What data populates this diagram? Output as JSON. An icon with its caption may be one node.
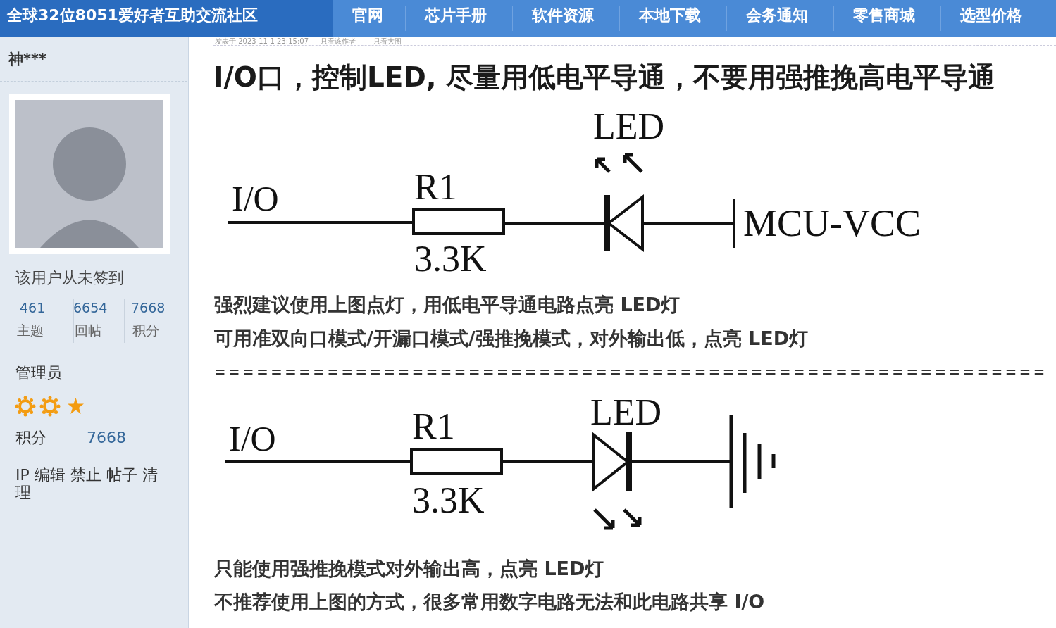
{
  "diagram": {
    "title": "I/O口，控制LED, 尽量用低电平导通，不要用强推挽高电平导通",
    "nodes": [
      {
        "text": [
          "I/O"
        ]
      },
      {
        "text": [],
        "shape": "box",
        "beside": [
          "R1",
          "3.3K"
        ]
      },
      {
        "text": [],
        "shape": "diode",
        "beside": [
          "LED"
        ]
      },
      {
        "text": [
          "MCU-VCC"
        ]
      },
      {
        "text": [
          "I/O"
        ]
      },
      {
        "text": [],
        "shape": "box",
        "beside": [
          "R1",
          "3.3K"
        ]
      },
      {
        "text": [],
        "shape": "diode",
        "beside": [
          "LED"
        ]
      },
      {
        "text": [],
        "shape": "ground"
      }
    ],
    "edges": [
      {
        "from": 0,
        "to": 1,
        "arrow": "none"
      },
      {
        "from": 1,
        "to": 2,
        "arrow": "none"
      },
      {
        "from": 2,
        "to": 3,
        "arrow": "none"
      },
      {
        "from": 4,
        "to": 5,
        "arrow": "none"
      },
      {
        "from": 5,
        "to": 6,
        "arrow": "none"
      },
      {
        "from": 6,
        "to": 7,
        "arrow": "none"
      }
    ],
    "labels": [
      "全球32位8051爱好者互助交流社区",
      "官网",
      "芯片手册",
      "软件资源",
      "本地下载",
      "会务通知",
      "零售商城",
      "选型价格",
      "发表于 2023-11-1 23:15:07",
      "只看该作者",
      "只看大图",
      "神***",
      "该用户从未签到",
      "461",
      "6654",
      "7668",
      "主题",
      "回帖",
      "积分",
      "管理员",
      "积分",
      "7668",
      "IP 编辑 禁止 帖子 清理",
      "强烈建议使用上图点灯，用低电平导通电路点亮 LED灯",
      "可用准双向口模式/开漏口模式/强推挽模式，对外输出低，点亮 LED灯",
      "===========================================================",
      "只能使用强推挽模式对外输出高，点亮 LED灯",
      "不推荐使用上图的方式，很多常用数字电路无法和此电路共享 I/O"
    ]
  }
}
